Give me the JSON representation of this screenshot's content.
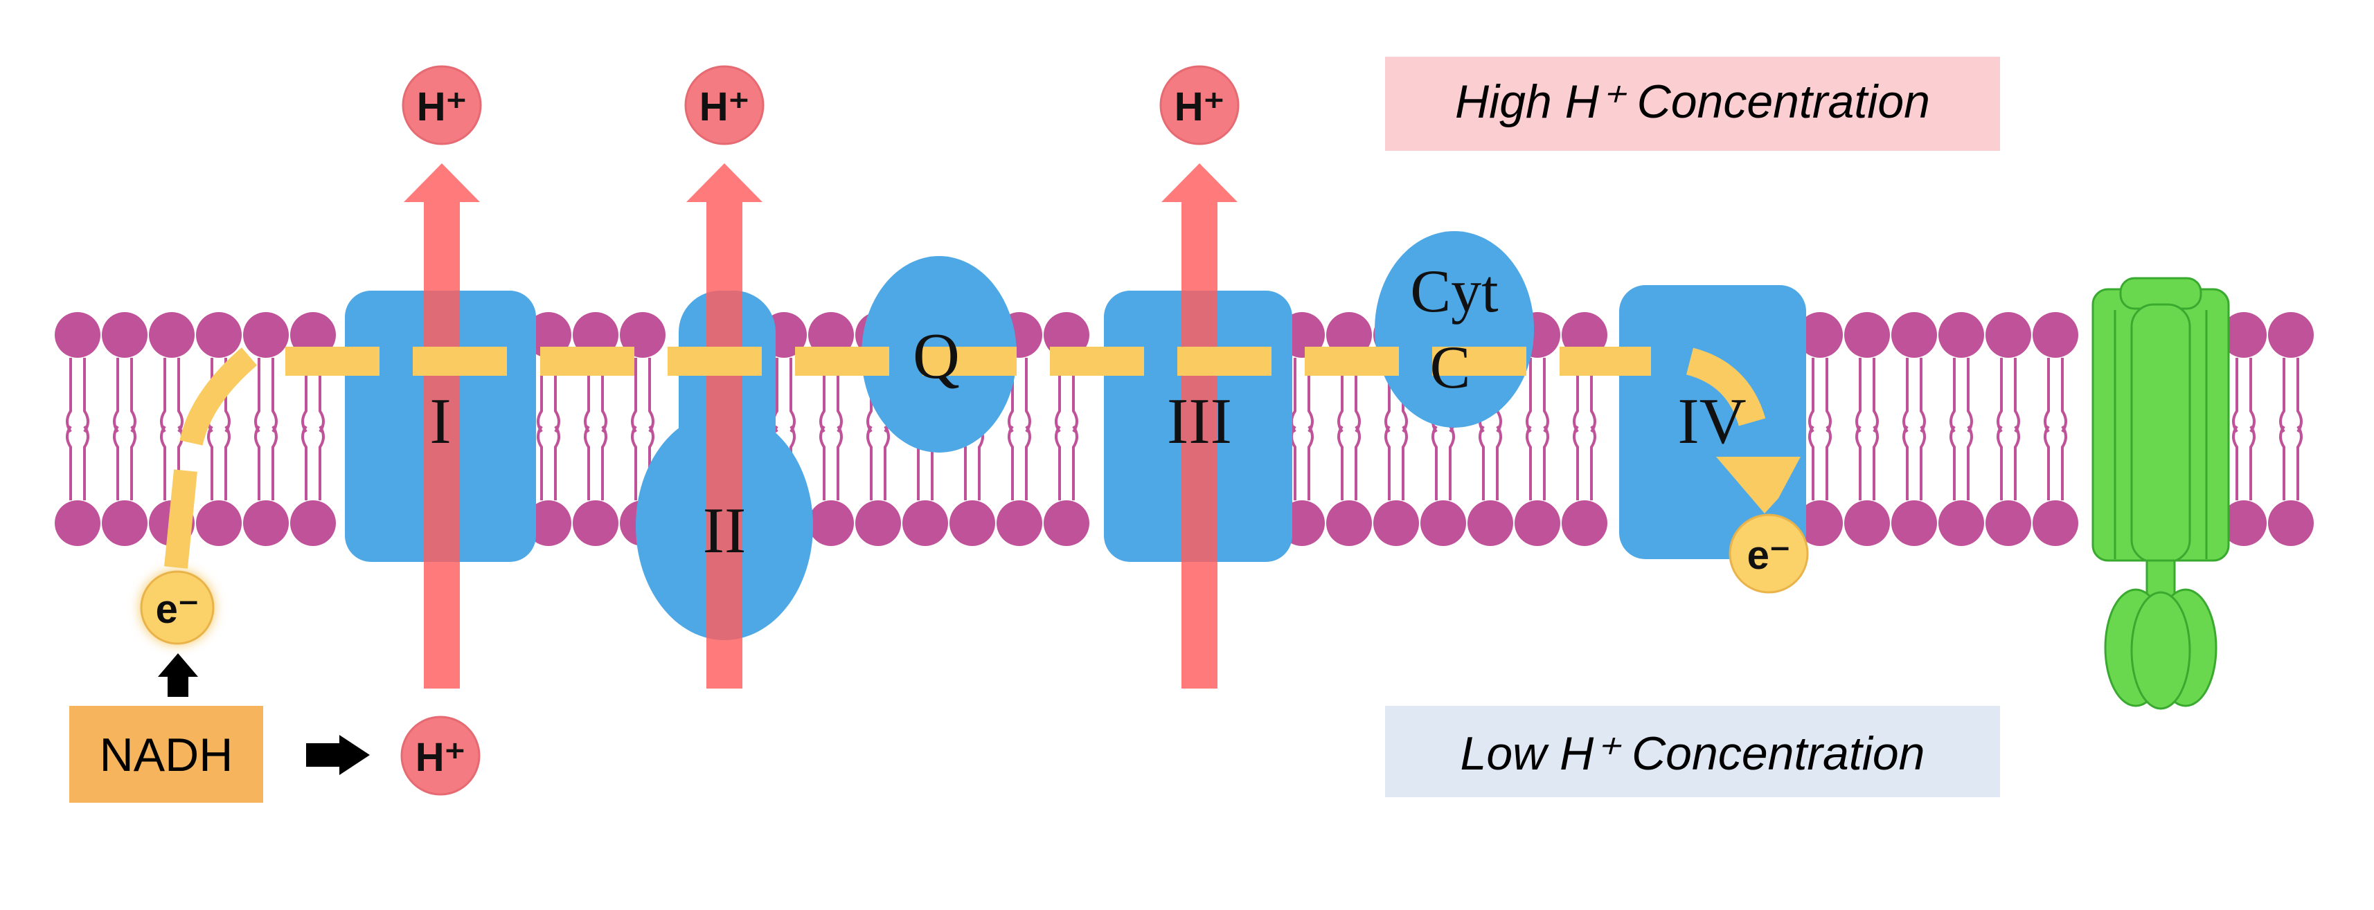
{
  "labels": {
    "high_concentration": "High H⁺ Concentration",
    "low_concentration": "Low H⁺ Concentration",
    "complex_1": "I",
    "complex_2": "II",
    "complex_3": "III",
    "complex_4": "IV",
    "ubiquinone": "Q",
    "cytochrome_line1": "Cyt",
    "cytochrome_line2": "C",
    "nadh": "NADH",
    "proton": "H⁺",
    "electron": "e⁻"
  },
  "colors": {
    "phospholipid_head": "#c0529a",
    "protein_complex": "#4fa8e6",
    "proton_arrow": "#ff6b6b",
    "proton_badge": "#f57b82",
    "electron_path": "#f9cb60",
    "electron_badge": "#fbd16a",
    "nadh_box": "#f6b45c",
    "high_box": "#fbcfd2",
    "low_box": "#dfe8f3",
    "atp_synthase": "#6ad84f"
  }
}
